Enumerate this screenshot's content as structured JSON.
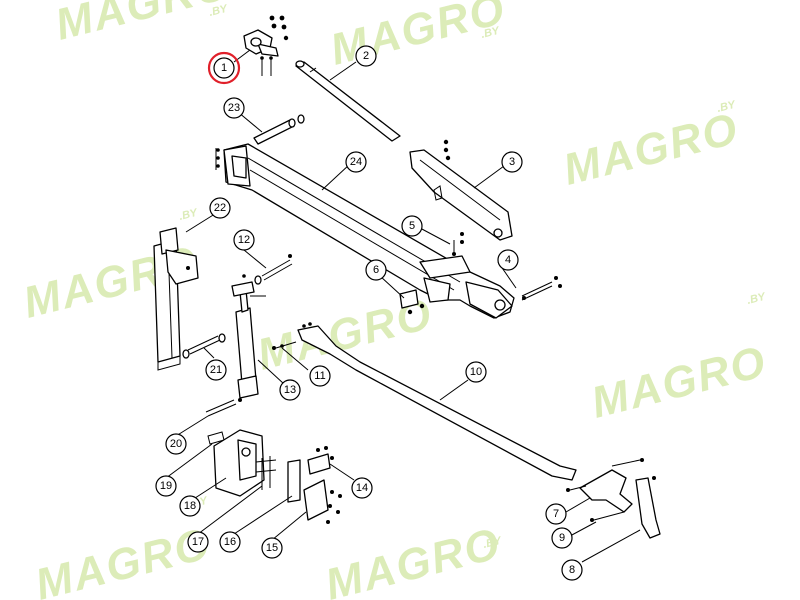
{
  "watermark": {
    "brand": "MAGRO",
    "suffix": ".BY"
  },
  "highlight": {
    "part": "1",
    "color": "#e0202a"
  },
  "callouts": [
    {
      "id": "1",
      "label": "1"
    },
    {
      "id": "2",
      "label": "2"
    },
    {
      "id": "3",
      "label": "3"
    },
    {
      "id": "4",
      "label": "4"
    },
    {
      "id": "5",
      "label": "5"
    },
    {
      "id": "6",
      "label": "6"
    },
    {
      "id": "7",
      "label": "7"
    },
    {
      "id": "8",
      "label": "8"
    },
    {
      "id": "9",
      "label": "9"
    },
    {
      "id": "10",
      "label": "10"
    },
    {
      "id": "11",
      "label": "11"
    },
    {
      "id": "12",
      "label": "12"
    },
    {
      "id": "13",
      "label": "13"
    },
    {
      "id": "14",
      "label": "14"
    },
    {
      "id": "15",
      "label": "15"
    },
    {
      "id": "16",
      "label": "16"
    },
    {
      "id": "17",
      "label": "17"
    },
    {
      "id": "18",
      "label": "18"
    },
    {
      "id": "19",
      "label": "19"
    },
    {
      "id": "20",
      "label": "20"
    },
    {
      "id": "21",
      "label": "21"
    },
    {
      "id": "22",
      "label": "22"
    },
    {
      "id": "23",
      "label": "23"
    },
    {
      "id": "24",
      "label": "24"
    }
  ]
}
